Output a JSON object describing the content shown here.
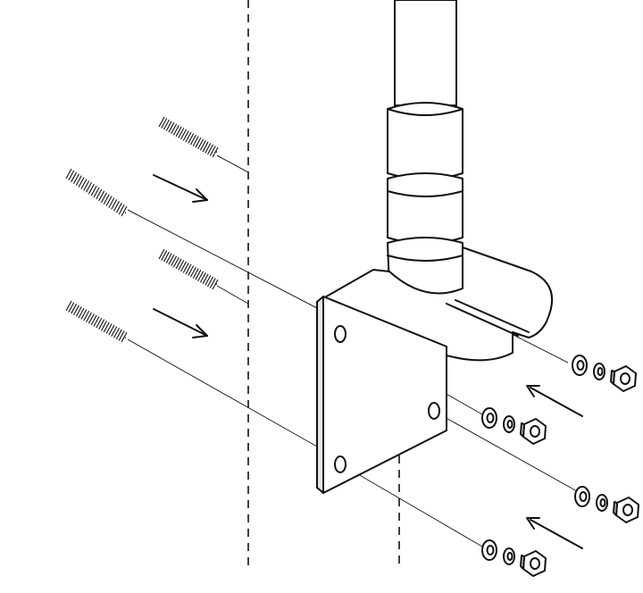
{
  "figure": {
    "components": [
      {
        "name": "mast-pipe",
        "icon": "pipe-icon"
      },
      {
        "name": "antenna-mast",
        "icon": "antenna-icon"
      },
      {
        "name": "angle-bracket",
        "icon": "bracket-icon"
      },
      {
        "name": "u-bolt",
        "icon": "u-bolt-icon",
        "count": 2
      },
      {
        "name": "flat-washer",
        "icon": "washer-icon",
        "count": 4
      },
      {
        "name": "lock-washer",
        "icon": "lock-washer-icon",
        "count": 4
      },
      {
        "name": "hex-nut",
        "icon": "hex-nut-icon",
        "count": 4
      }
    ],
    "colors": {
      "line": "#111111",
      "background": "#ffffff",
      "shade": "#e4e4e4"
    }
  }
}
